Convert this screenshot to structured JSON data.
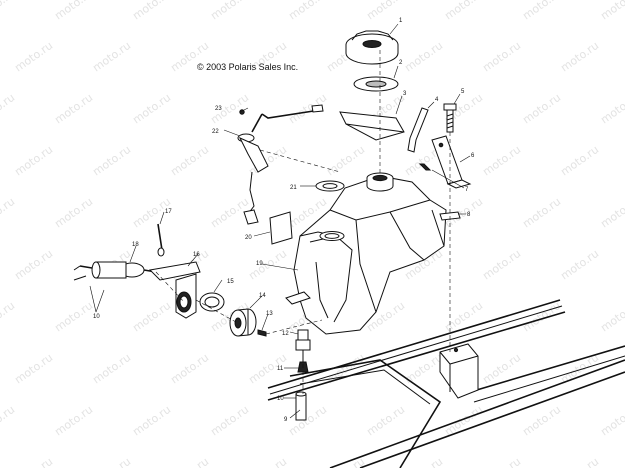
{
  "copyright": "© 2003 Polaris Sales Inc.",
  "watermark": "moto.ru",
  "callouts": [
    "1",
    "2",
    "3",
    "4",
    "5",
    "6",
    "7",
    "8",
    "9",
    "10",
    "11",
    "12",
    "13",
    "14",
    "15",
    "16",
    "17",
    "18",
    "19",
    "20",
    "21",
    "22",
    "23",
    "10"
  ]
}
